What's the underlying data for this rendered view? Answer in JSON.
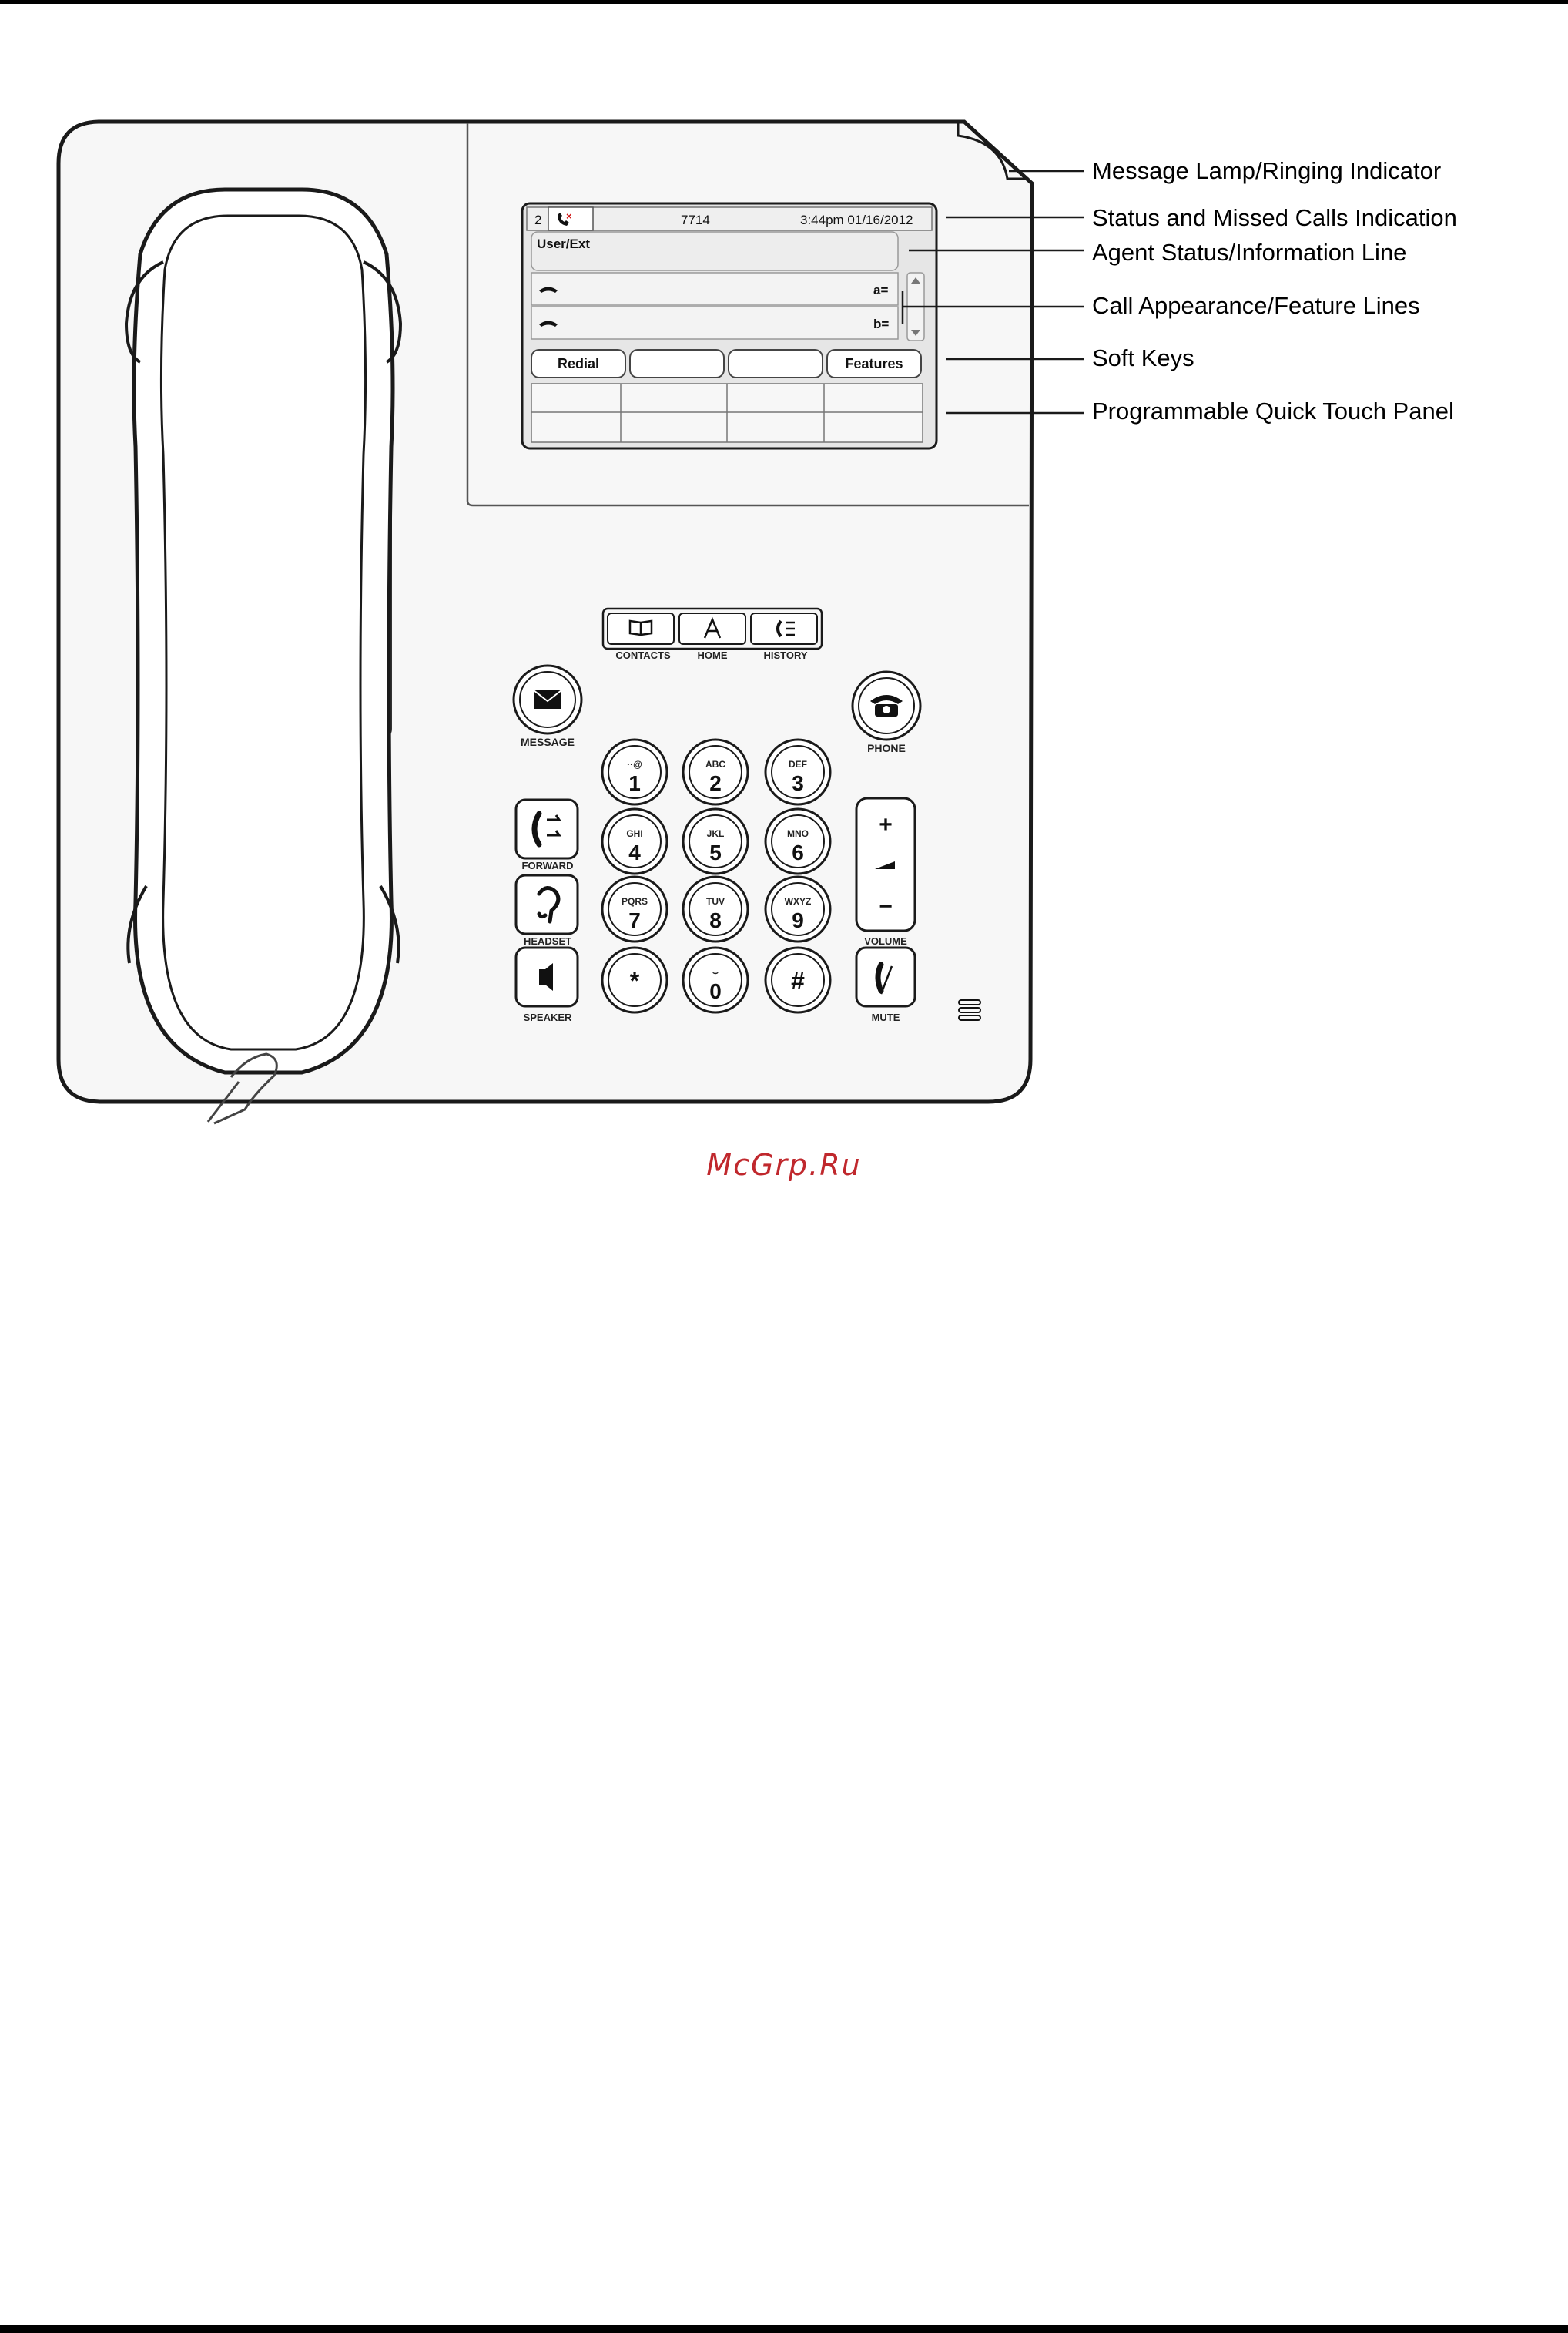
{
  "callouts": {
    "message_lamp": "Message Lamp/Ringing Indicator",
    "status_missed": "Status and Missed Calls Indication",
    "agent_status": "Agent Status/Information Line",
    "call_appearance": "Call Appearance/Feature Lines",
    "soft_keys": "Soft Keys",
    "quick_touch": "Programmable Quick Touch Panel"
  },
  "screen": {
    "page_number": "2",
    "extension": "7714",
    "datetime": "3:44pm 01/16/2012",
    "info_line": "User/Ext",
    "line_a": "a=",
    "line_b": "b=",
    "softkeys": [
      "Redial",
      "",
      "",
      "Features"
    ]
  },
  "nav_buttons": {
    "contacts": "CONTACTS",
    "home": "HOME",
    "history": "HISTORY"
  },
  "side_labels": {
    "message": "MESSAGE",
    "phone": "PHONE",
    "forward": "FORWARD",
    "headset": "HEADSET",
    "speaker": "SPEAKER",
    "volume": "VOLUME",
    "mute": "MUTE"
  },
  "keypad": [
    {
      "digit": "1",
      "letters": "··@"
    },
    {
      "digit": "2",
      "letters": "ABC"
    },
    {
      "digit": "3",
      "letters": "DEF"
    },
    {
      "digit": "4",
      "letters": "GHI"
    },
    {
      "digit": "5",
      "letters": "JKL"
    },
    {
      "digit": "6",
      "letters": "MNO"
    },
    {
      "digit": "7",
      "letters": "PQRS"
    },
    {
      "digit": "8",
      "letters": "TUV"
    },
    {
      "digit": "9",
      "letters": "WXYZ"
    },
    {
      "digit": "*",
      "letters": ""
    },
    {
      "digit": "0",
      "letters": "⌣"
    },
    {
      "digit": "#",
      "letters": ""
    }
  ],
  "volume": {
    "plus": "+",
    "minus": "−"
  },
  "watermark": "McGrp.Ru",
  "colors": {
    "outline": "#1a1a1a",
    "body": "#f7f7f7",
    "screen": "#e6e6e6",
    "watermark": "#c0282d",
    "missed": "#d01010"
  },
  "icons": [
    "message-envelope-icon",
    "phone-handset-icon",
    "forward-icon",
    "headset-icon",
    "speaker-icon",
    "mute-icon",
    "contacts-book-icon",
    "home-icon",
    "history-icon",
    "missed-call-icon",
    "scroll-arrows-icon"
  ]
}
